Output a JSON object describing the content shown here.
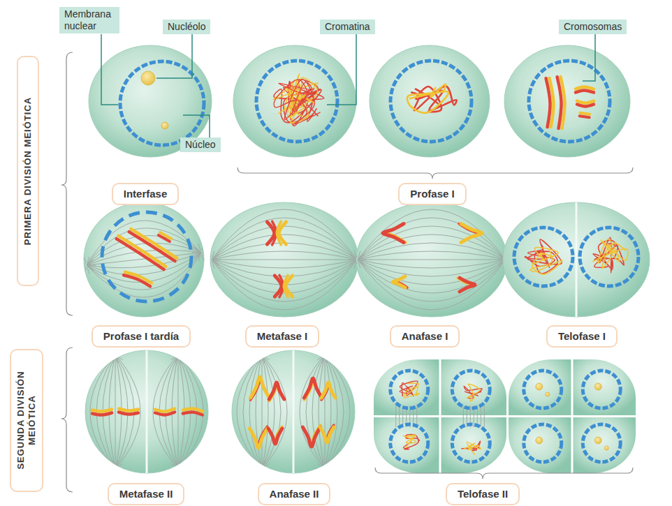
{
  "diagram": {
    "nodes": [
      {
        "text": [
          "Membrana nuclear"
        ]
      },
      {
        "text": [
          "Nucléolo"
        ]
      },
      {
        "text": [
          "Cromatina"
        ]
      },
      {
        "text": [
          "Cromosomas"
        ]
      },
      {
        "text": [
          "Núcleo"
        ]
      },
      {
        "text": [
          "PRIMERA DIVISIÓN MEIÓTICA"
        ]
      },
      {
        "text": [
          "Interfase"
        ]
      },
      {
        "text": [
          "Profase I"
        ]
      },
      {
        "text": [
          "Profase I tardía"
        ]
      },
      {
        "text": [
          "Metafase I"
        ]
      },
      {
        "text": [
          "Anafase I"
        ]
      },
      {
        "text": [
          "Telofase I"
        ]
      },
      {
        "text": [
          "SEGUNDA DIVISIÓN MEIÓTICA"
        ]
      },
      {
        "text": [
          "Metafase II"
        ]
      },
      {
        "text": [
          "Anafase II"
        ]
      },
      {
        "text": [
          "Telofase II"
        ]
      }
    ]
  }
}
